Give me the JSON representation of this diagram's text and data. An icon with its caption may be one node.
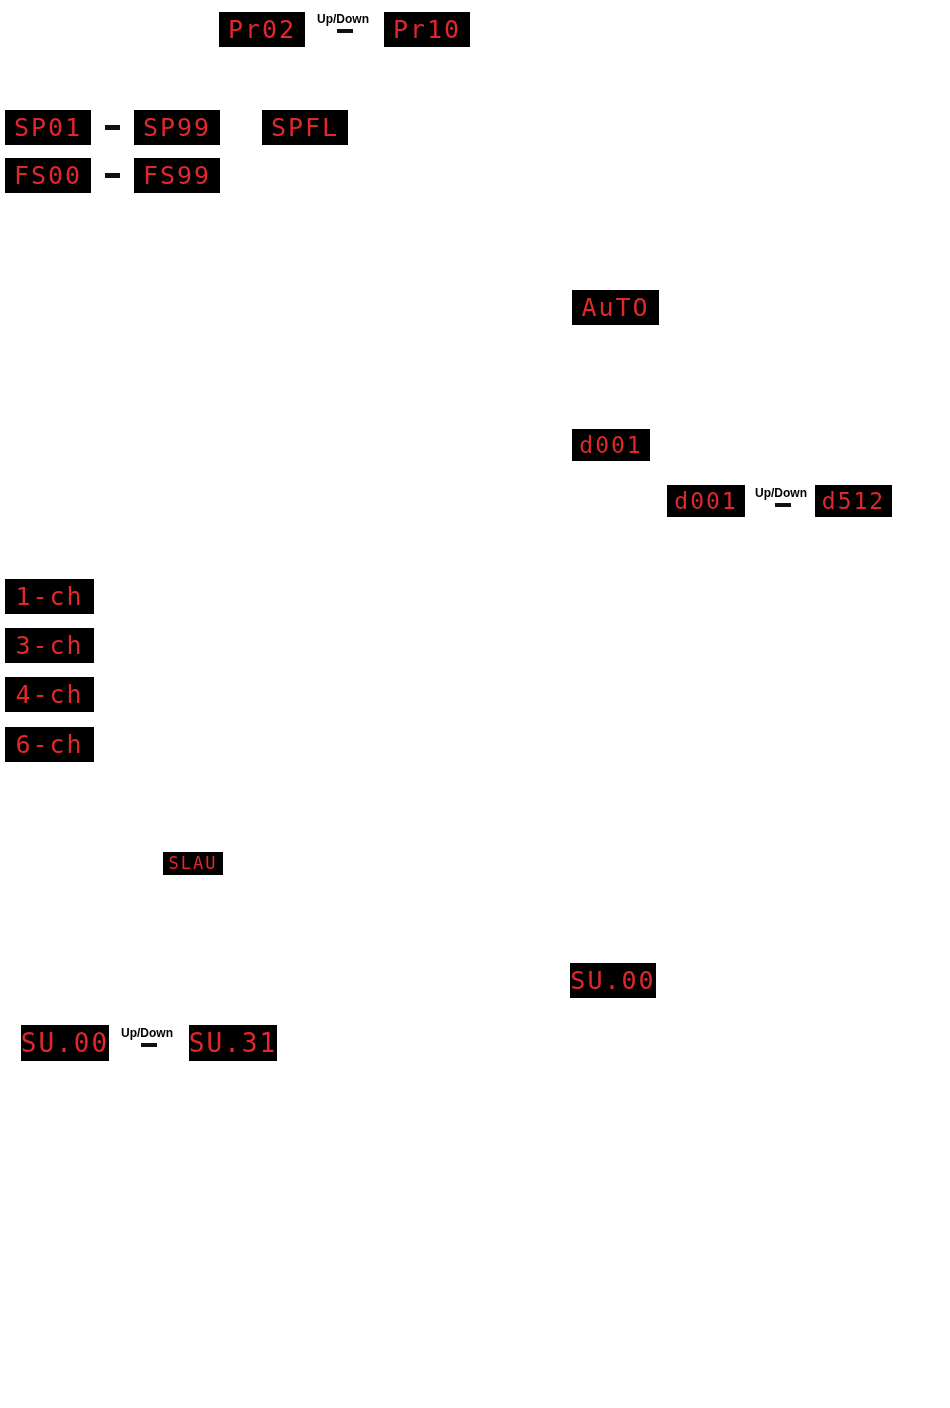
{
  "diagram": {
    "nodes": [
      {
        "text": [
          "Pr02"
        ]
      },
      {
        "text": [
          "Pr10"
        ]
      },
      {
        "text": [
          "SP01"
        ]
      },
      {
        "text": [
          "SP99"
        ]
      },
      {
        "text": [
          "SPFL"
        ]
      },
      {
        "text": [
          "FS00"
        ]
      },
      {
        "text": [
          "FS99"
        ]
      },
      {
        "text": [
          "AuTO"
        ]
      },
      {
        "text": [
          "d001"
        ]
      },
      {
        "text": [
          "d001"
        ]
      },
      {
        "text": [
          "d512"
        ]
      },
      {
        "text": [
          "1-ch"
        ]
      },
      {
        "text": [
          "3-ch"
        ]
      },
      {
        "text": [
          "4-ch"
        ]
      },
      {
        "text": [
          "6-ch"
        ]
      },
      {
        "text": [
          "SLAU"
        ]
      },
      {
        "text": [
          "SU.00"
        ]
      },
      {
        "text": [
          "SU.00"
        ]
      },
      {
        "text": [
          "SU.31"
        ]
      }
    ],
    "labels": [
      "Up/Down",
      "Up/Down",
      "Up/Down"
    ]
  }
}
